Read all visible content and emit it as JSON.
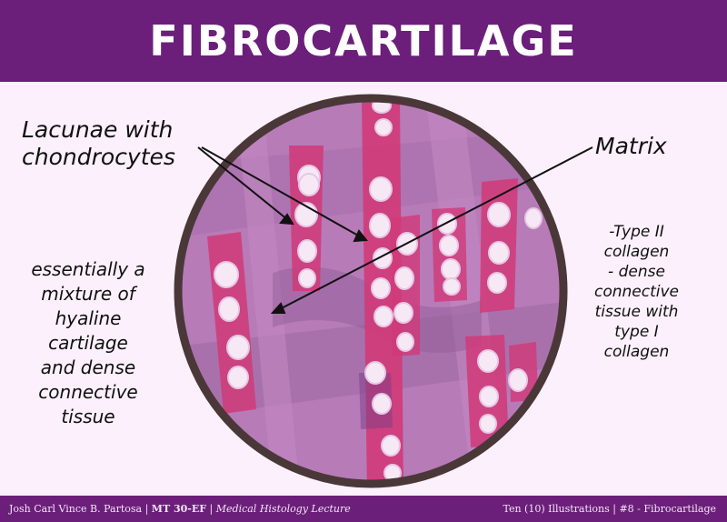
{
  "title": "FIBROCARTILAGE",
  "labels": {
    "lacunae_line1": "Lacunae with",
    "lacunae_line2": "chondrocytes",
    "matrix": "Matrix",
    "left_lines": [
      "essentially a",
      "mixture of",
      "hyaline",
      "cartilage",
      "and dense",
      "connective",
      "tissue"
    ],
    "right_lines": [
      "-Type II",
      "collagen",
      "- dense",
      "connective",
      "tissue with",
      "type I",
      "collagen"
    ]
  },
  "footer": {
    "author": "Josh Carl Vince B. Partosa",
    "sep1": " | ",
    "course": "MT 30-EF",
    "sep2": " | ",
    "lecture": "Medical Histology Lecture",
    "series": "Ten (10) Illustrations | #8 - Fibrocartilage"
  },
  "colors": {
    "header": "#6b1f7a",
    "background": "#fbf0fb",
    "tissue_base": "#b77bb8",
    "collagen_band": "#d13a78",
    "cell": "#f6e9f5",
    "circle_border": "#4a3838"
  }
}
